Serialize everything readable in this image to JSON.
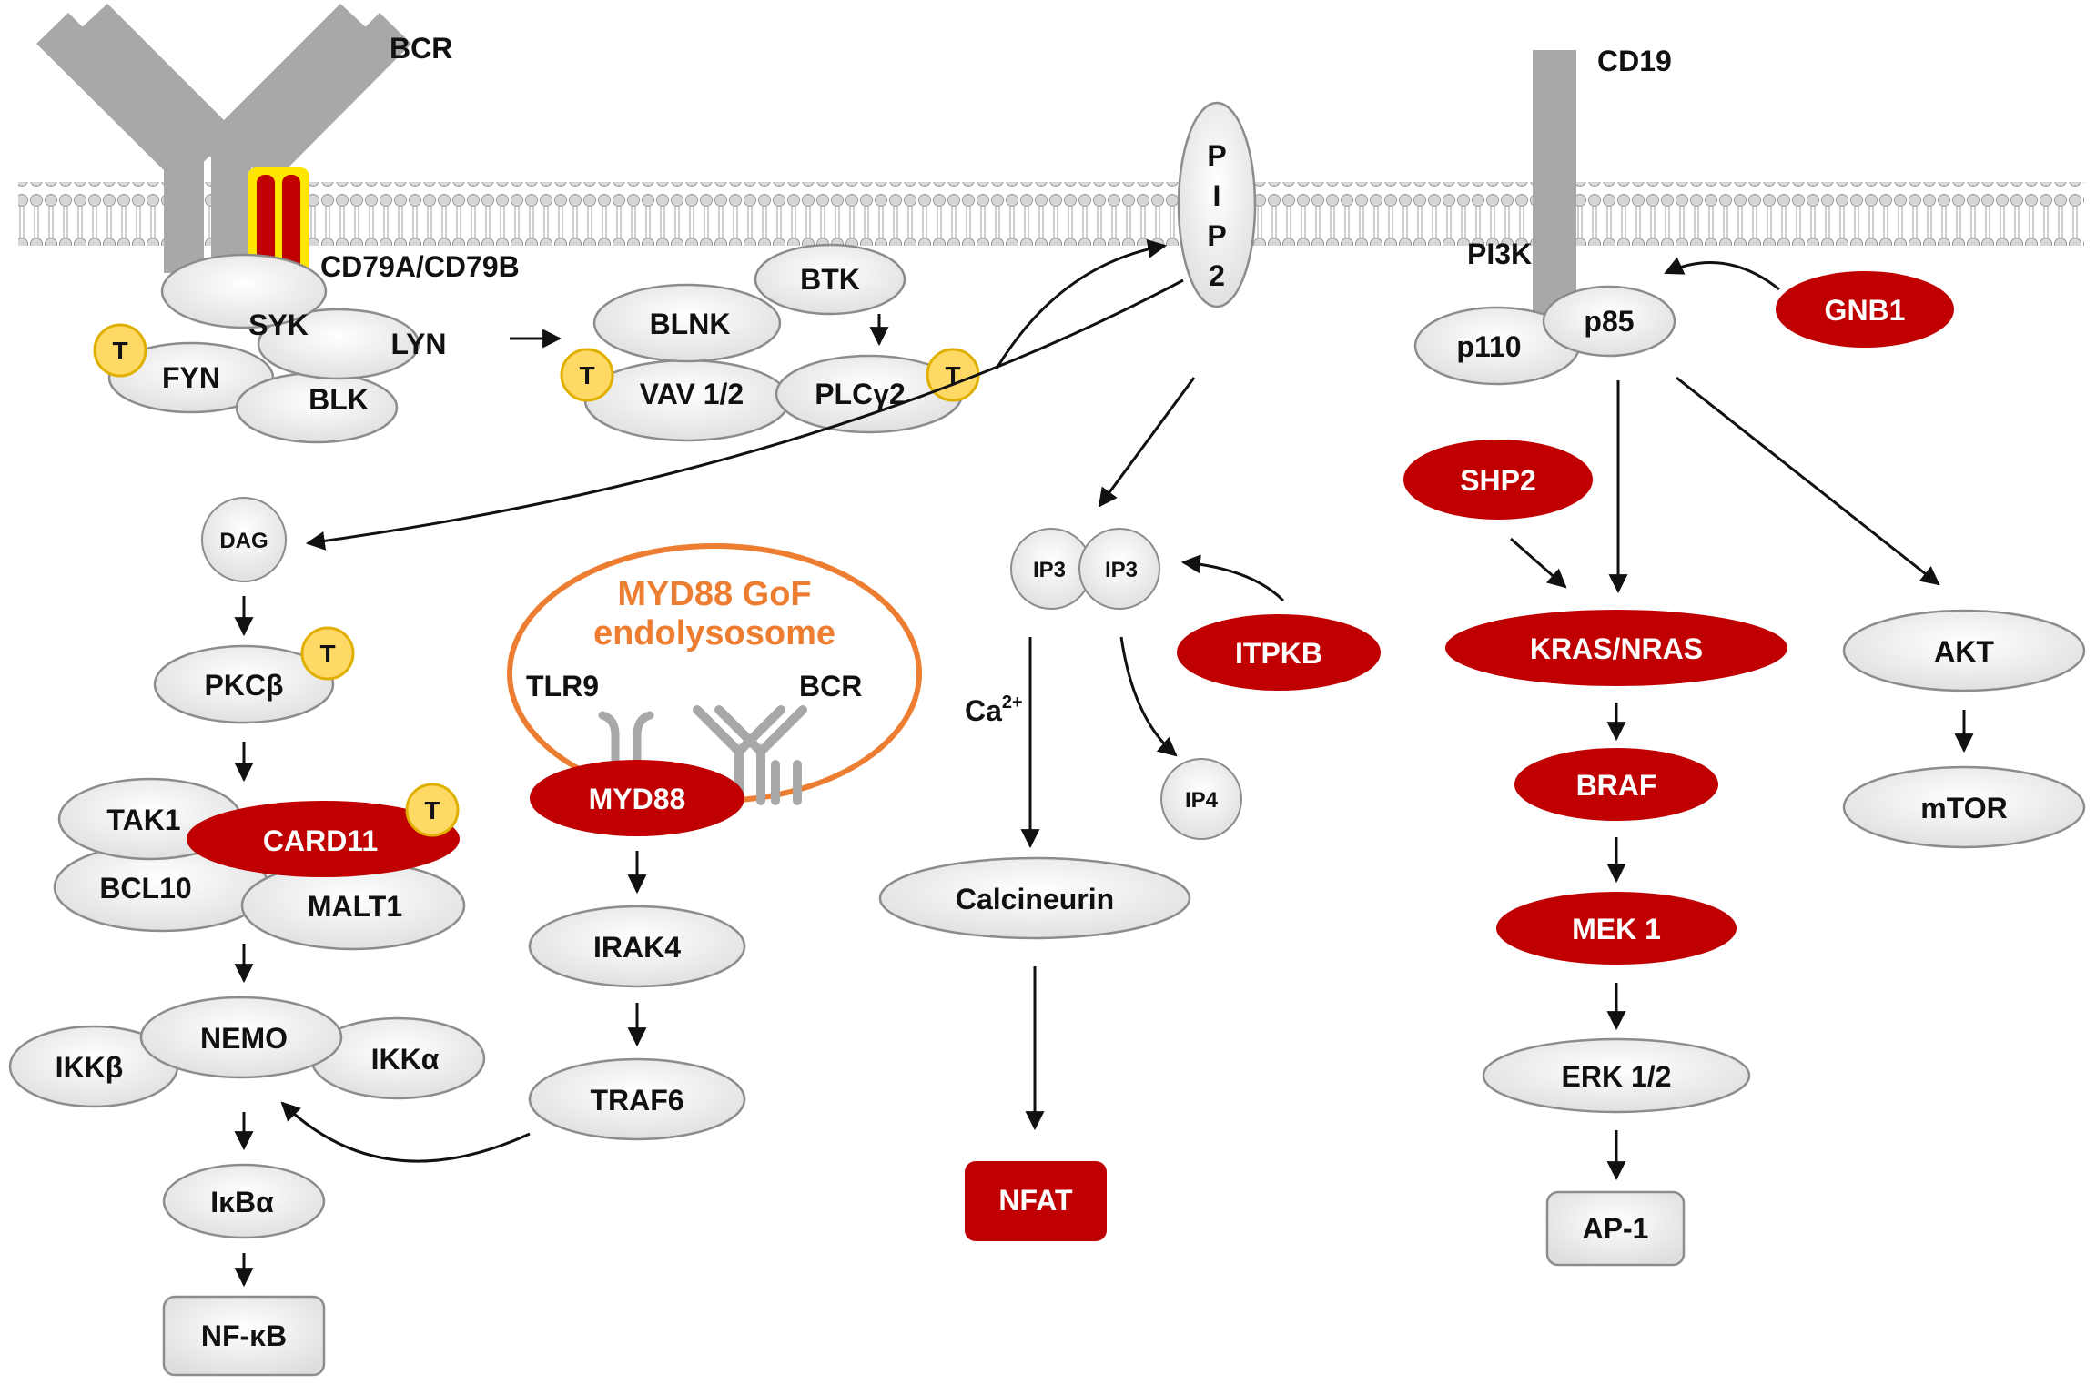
{
  "receptors": {
    "bcr": "BCR",
    "cd79": "CD79A/CD79B",
    "cd19": "CD19",
    "pi3k": "PI3K"
  },
  "pip2": {
    "letters": [
      "P",
      "I",
      "P",
      "2"
    ]
  },
  "proximal": {
    "syk": "SYK",
    "lyn": "LYN",
    "fyn": "FYN",
    "blk": "BLK",
    "btk": "BTK",
    "blnk": "BLNK",
    "vav": "VAV 1/2",
    "plcg2": "PLCγ2"
  },
  "phospho_mark": "T",
  "nfkb_arm": {
    "dag": "DAG",
    "pkcb": "PKCβ",
    "tak1": "TAK1",
    "card11": "CARD11",
    "bcl10": "BCL10",
    "malt1": "MALT1",
    "ikkb": "IKKβ",
    "nemo": "NEMO",
    "ikka": "IKKα",
    "ikba": "IκBα",
    "nfkb": "NF-κB"
  },
  "myd88_arm": {
    "title_line1": "MYD88 GoF",
    "title_line2": "endolysosome",
    "tlr9": "TLR9",
    "bcr": "BCR",
    "myd88": "MYD88",
    "irak4": "IRAK4",
    "traf6": "TRAF6"
  },
  "calcium_arm": {
    "ip3_a": "IP3",
    "ip3_b": "IP3",
    "ip4": "IP4",
    "itpkb": "ITPKB",
    "ca_base": "Ca",
    "ca_sup": "2+",
    "calcineurin": "Calcineurin",
    "nfat": "NFAT"
  },
  "pi3k_arm": {
    "p110": "p110",
    "p85": "p85",
    "gnb1": "GNB1",
    "shp2": "SHP2",
    "kras": "KRAS/NRAS",
    "braf": "BRAF",
    "mek": "MEK 1",
    "erk": "ERK 1/2",
    "ap1": "AP-1",
    "akt": "AKT",
    "mtor": "mTOR"
  },
  "colors": {
    "mutated": "#c00000",
    "node_fill": "#eeeeee",
    "node_stroke": "#8c8c8c",
    "receptor": "#a8a8a8",
    "phospho_fill": "#ffd966",
    "phospho_stroke": "#e0b000",
    "endolysosome": "#ed7d31",
    "cd79_outline": "#ffe600"
  }
}
